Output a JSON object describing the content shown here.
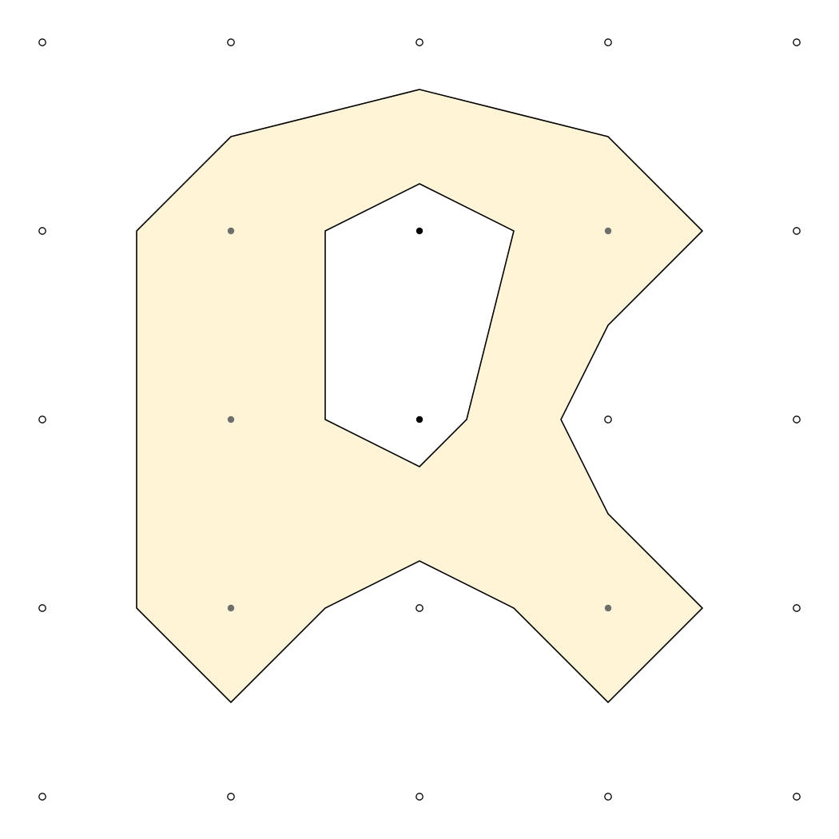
{
  "colors": {
    "background": "#ffffff",
    "region_fill": "#fff5d6",
    "stroke": "#000000",
    "grid_point_empty": "#ffffff",
    "grid_point_gray": "#6e6e6e",
    "grid_point_black": "#000000"
  },
  "grid": {
    "columns": 5,
    "rows": 5,
    "points": [
      [
        "empty",
        "empty",
        "empty",
        "empty",
        "empty"
      ],
      [
        "empty",
        "gray",
        "black",
        "gray",
        "empty"
      ],
      [
        "empty",
        "gray",
        "black",
        "empty",
        "empty"
      ],
      [
        "empty",
        "gray",
        "empty",
        "gray",
        "empty"
      ],
      [
        "empty",
        "empty",
        "empty",
        "empty",
        "empty"
      ]
    ]
  }
}
